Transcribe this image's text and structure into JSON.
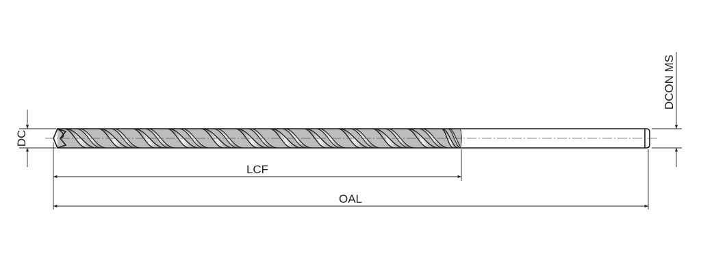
{
  "dimensions": {
    "dc": "DC",
    "lcf": "LCF",
    "oal": "OAL",
    "dcon": "DCON MS"
  },
  "colors": {
    "line": "#222222",
    "flute_dark": "#555555",
    "flute_light": "#f2f2f2",
    "shank_top": "#e6e6e6",
    "shank_bottom": "#8f8f8f"
  }
}
